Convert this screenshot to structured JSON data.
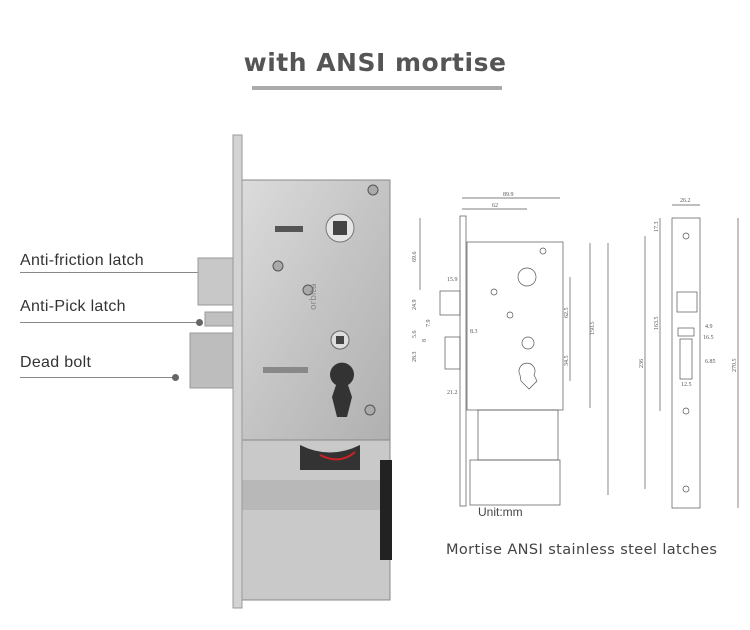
{
  "title": "with ANSI mortise",
  "callouts": [
    {
      "label": "Anti-friction latch"
    },
    {
      "label": "Anti-Pick latch"
    },
    {
      "label": "Dead bolt"
    }
  ],
  "photo": {
    "brand_mark": "orbita"
  },
  "drawing": {
    "unit_label": "Unit:mm",
    "front_dims": [
      "89.9",
      "62",
      "69.6",
      "15.9",
      "24.9",
      "7.9",
      "5.6",
      "8",
      "8.3",
      "28.3",
      "21.2",
      "62.5",
      "34.5",
      "150.5"
    ],
    "side_dims": [
      "26.2",
      "17.3",
      "163.5",
      "4.9",
      "16.5",
      "6.85",
      "12.5",
      "236",
      "270.5"
    ]
  },
  "caption": "Mortise ANSI stainless steel latches"
}
